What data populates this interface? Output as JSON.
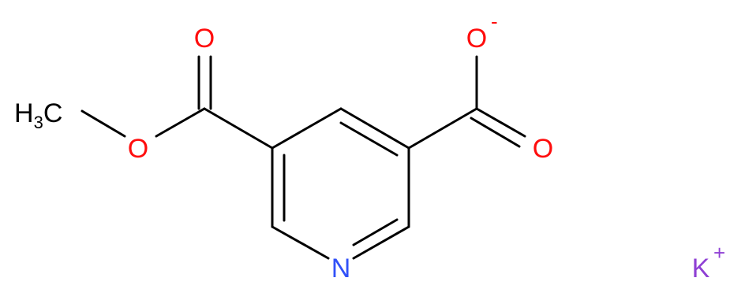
{
  "molecule": {
    "atoms": {
      "carbonyl_o_left": "O",
      "ester_o": "O",
      "methyl": {
        "main": "H",
        "sub": "3",
        "tail": "C"
      },
      "carboxylate_o_minus": "O",
      "carboxylate_charge": "-",
      "carbonyl_o_right": "O",
      "ring_n": "N",
      "counterion": "K",
      "counterion_charge": "+"
    },
    "colors": {
      "bond": "#000000",
      "oxygen": "#ff0d0d",
      "nitrogen": "#3050f8",
      "potassium": "#8f40d4",
      "carbon": "#000000"
    }
  }
}
